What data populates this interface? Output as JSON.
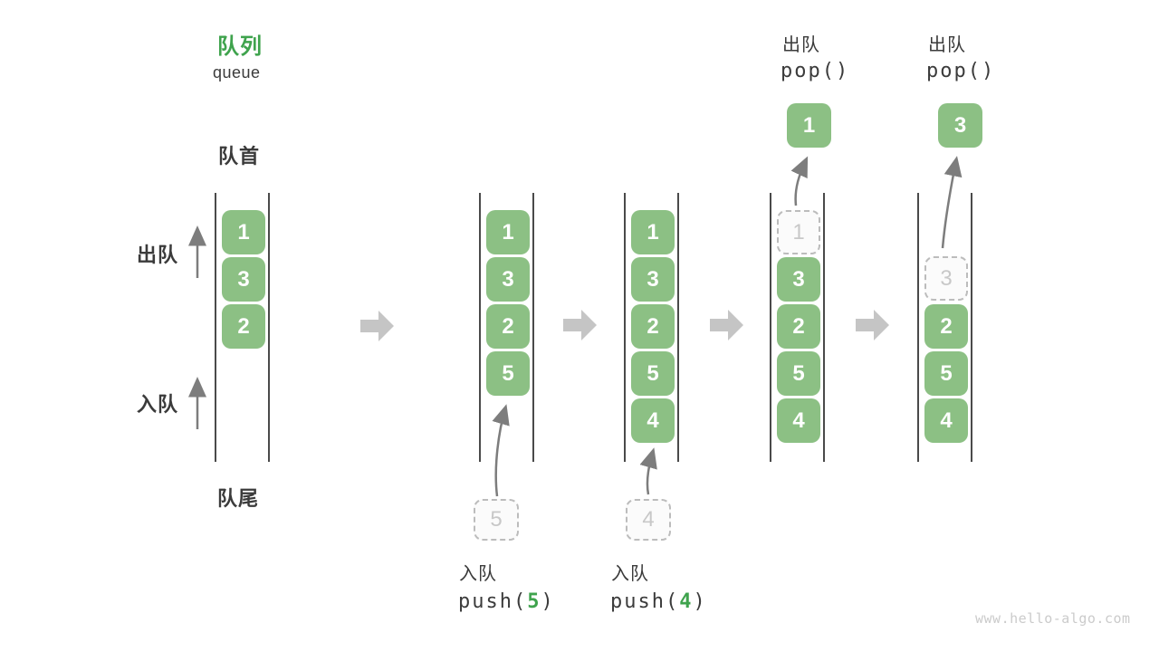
{
  "title": {
    "zh": "队列",
    "en": "queue"
  },
  "labels": {
    "front": "队首",
    "rear": "队尾",
    "dequeue_side": "出队",
    "enqueue_side": "入队"
  },
  "ops": {
    "enqueue5": {
      "label": "入队",
      "fn_open": "push(",
      "arg": "5",
      "fn_close": ")"
    },
    "enqueue4": {
      "label": "入队",
      "fn_open": "push(",
      "arg": "4",
      "fn_close": ")"
    },
    "pop1": {
      "label": "出队",
      "fn": "pop()"
    },
    "pop2": {
      "label": "出队",
      "fn": "pop()"
    }
  },
  "queues": [
    {
      "boxes": [
        "1",
        "3",
        "2"
      ]
    },
    {
      "boxes": [
        "1",
        "3",
        "2",
        "5"
      ],
      "staged": "5"
    },
    {
      "boxes": [
        "1",
        "3",
        "2",
        "5",
        "4"
      ],
      "staged": "4"
    },
    {
      "boxes": [
        "3",
        "2",
        "5",
        "4"
      ],
      "ghost": "1",
      "popped": "1"
    },
    {
      "boxes": [
        "2",
        "5",
        "4"
      ],
      "ghost": "3",
      "popped": "3"
    }
  ],
  "colors": {
    "box_green": "#8cc084",
    "accent_green": "#3fa34d",
    "line_dark": "#4a4a4a",
    "thin_arrow_gray": "#7d7d7d",
    "block_arrow_gray": "#c5c5c5",
    "ghost_gray": "#bcbcbc",
    "text_dark": "#3b3b3b",
    "watermark_gray": "#cbcbcb"
  },
  "watermark": "www.hello-algo.com"
}
